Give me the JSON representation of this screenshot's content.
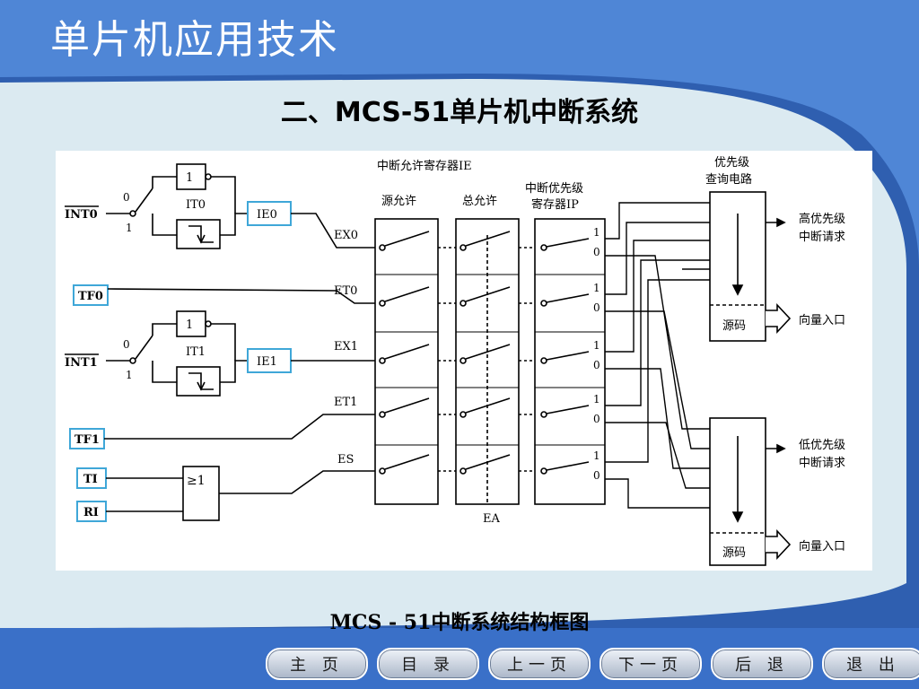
{
  "header": {
    "app_title": "单片机应用技术"
  },
  "slide": {
    "section_title": "二、MCS-51单片机中断系统",
    "caption": "MCS - 51中断系统结构框图"
  },
  "diagram": {
    "inputs": {
      "int0": "INT0",
      "tf0": "TF0",
      "int1": "INT1",
      "tf1": "TF1",
      "ti": "TI",
      "ri": "RI"
    },
    "int_gates": {
      "int0_not": "1",
      "int0_it": "IT0",
      "int0_sw0": "0",
      "int0_sw1": "1",
      "int1_not": "1",
      "int1_it": "IT1",
      "int1_sw0": "0",
      "int1_sw1": "1"
    },
    "flags": {
      "ie0": "IE0",
      "ie1": "IE1"
    },
    "or_gate": "≥1",
    "enable_bits": [
      "EX0",
      "ET0",
      "EX1",
      "ET1",
      "ES"
    ],
    "ie_register_title": "中断允许寄存器IE",
    "source_enable_label": "源允许",
    "global_enable_label": "总允许",
    "ea_label": "EA",
    "ip_register_title_line1": "中断优先级",
    "ip_register_title_line2": "寄存器IP",
    "ip_one": "1",
    "ip_zero": "0",
    "priority_title_line1": "优先级",
    "priority_title_line2": "查询电路",
    "source_code_label": "源码",
    "high_request_line1": "高优先级",
    "high_request_line2": "中断请求",
    "low_request_line1": "低优先级",
    "low_request_line2": "中断请求",
    "vector_entry_label": "向量入口"
  },
  "nav": {
    "home": "主 页",
    "contents": "目 录",
    "prev": "上一页",
    "next": "下一页",
    "back": "后 退",
    "exit": "退 出"
  },
  "colors": {
    "header_blue": "#4f86d6",
    "slide_background": "#dbeaf1",
    "flag_box_border": "#3fa7d8"
  }
}
